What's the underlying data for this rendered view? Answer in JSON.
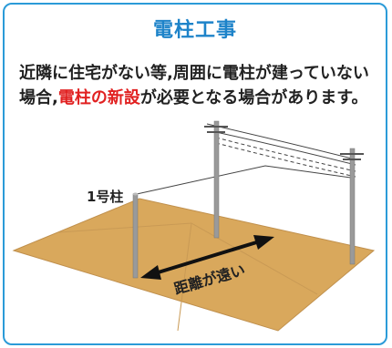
{
  "card": {
    "title": "電柱工事",
    "description": {
      "part1": "近隣に住宅がない等,周囲に電柱が建っていない場合,",
      "emphasis": "電柱の新設",
      "part2": "が必要となる場合があります。"
    },
    "pole_label": "1号柱",
    "distance_label": "距離が遠い",
    "colors": {
      "border": "#2b9bd8",
      "title": "#1d83c9",
      "emphasis": "#e12121",
      "ground": "#d9a85c",
      "ground_edge": "#b8864a",
      "pole": "#9a9a9a",
      "arrow": "#111111"
    }
  }
}
